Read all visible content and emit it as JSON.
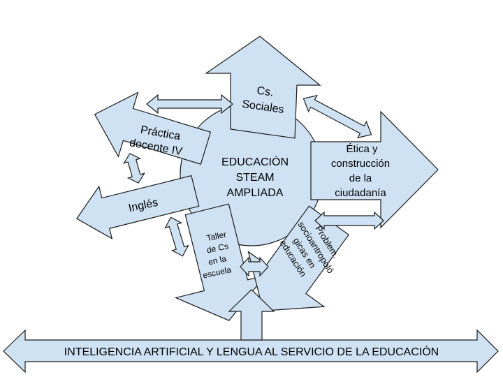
{
  "center": [
    "EDUCACIÓN",
    "STEAM",
    "AMPLIADA"
  ],
  "nodes": {
    "sociales": [
      "Cs.",
      "Sociales"
    ],
    "practica": [
      "Práctica",
      "docente IV"
    ],
    "etica": [
      "Ética y",
      "construcción",
      "de la",
      "ciudadanía"
    ],
    "ingles": [
      "Inglés"
    ],
    "taller": [
      "Taller",
      "de Cs",
      "en la",
      "escuela"
    ],
    "problem": [
      "Problem.",
      "socioantropoló",
      "gicas  en",
      "educación"
    ]
  },
  "banner": "INTELIGENCIA ARTIFICIAL Y LENGUA AL SERVICIO DE LA EDUCACIÓN",
  "colors": {
    "fill": "#cfe2f3",
    "stroke": "#1a1a1a",
    "text": "#000000"
  }
}
